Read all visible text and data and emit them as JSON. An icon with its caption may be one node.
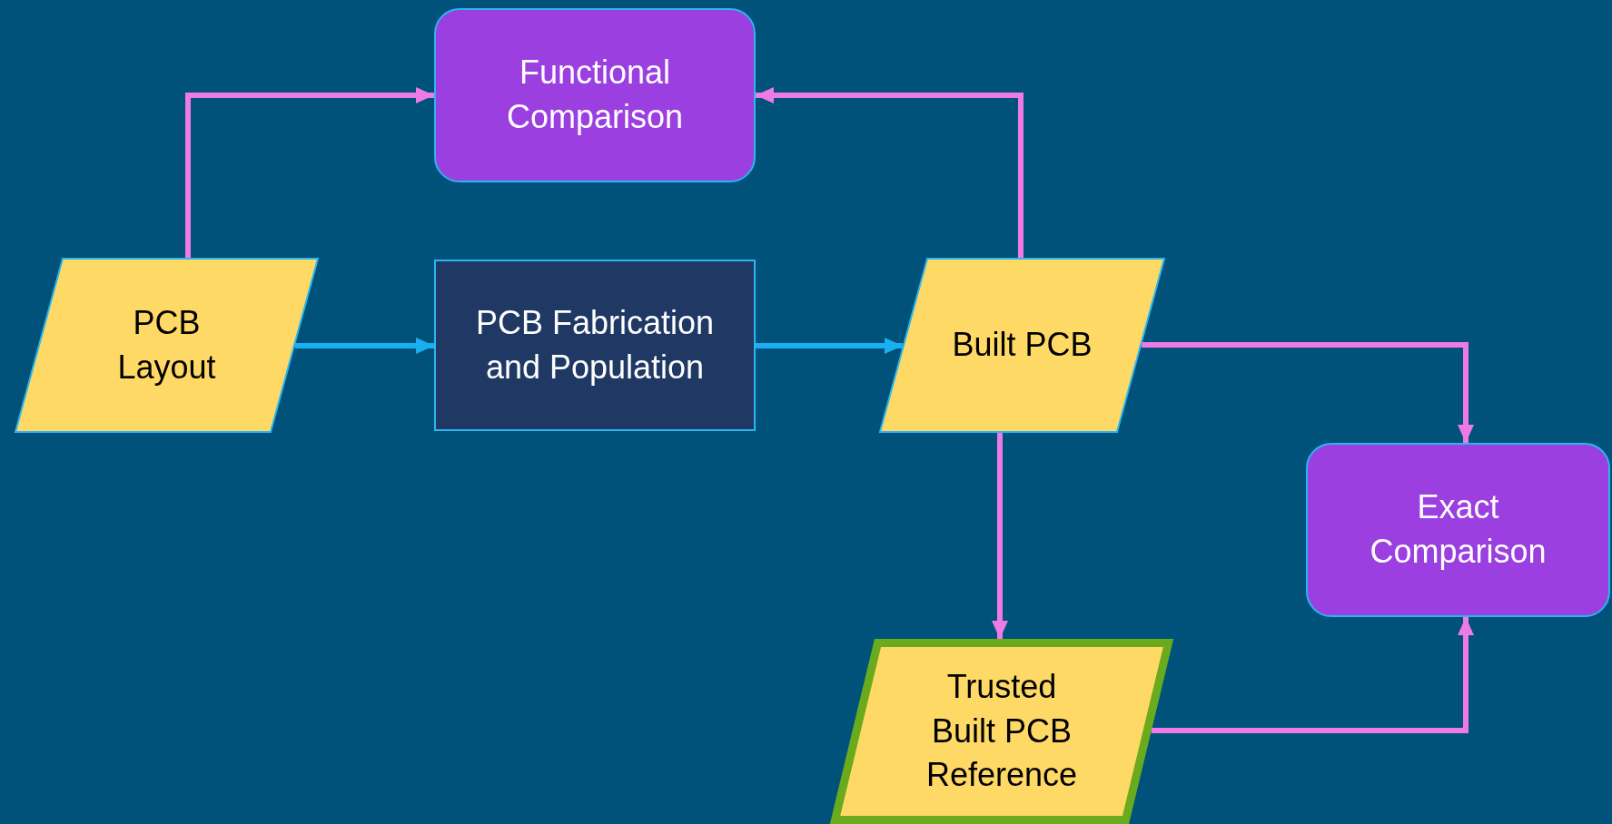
{
  "diagram": {
    "nodes": [
      {
        "text": [
          "Functional Comparison"
        ]
      },
      {
        "text": [
          "PCB Layout"
        ]
      },
      {
        "text": [
          "PCB Fabrication and Population"
        ]
      },
      {
        "text": [
          "Built PCB"
        ]
      },
      {
        "text": [
          "Exact Comparison"
        ]
      },
      {
        "text": [
          "Trusted Built PCB Reference"
        ]
      }
    ],
    "edges": [
      {
        "from": 1,
        "to": 0,
        "arrow": "to"
      },
      {
        "from": 3,
        "to": 0,
        "arrow": "to"
      },
      {
        "from": 1,
        "to": 2,
        "arrow": "to",
        "color": "#1aaff0"
      },
      {
        "from": 2,
        "to": 3,
        "arrow": "to",
        "color": "#1aaff0"
      },
      {
        "from": 3,
        "to": 4,
        "arrow": "to"
      },
      {
        "from": 3,
        "to": 5,
        "arrow": "to"
      },
      {
        "from": 5,
        "to": 4,
        "arrow": "to"
      }
    ]
  }
}
